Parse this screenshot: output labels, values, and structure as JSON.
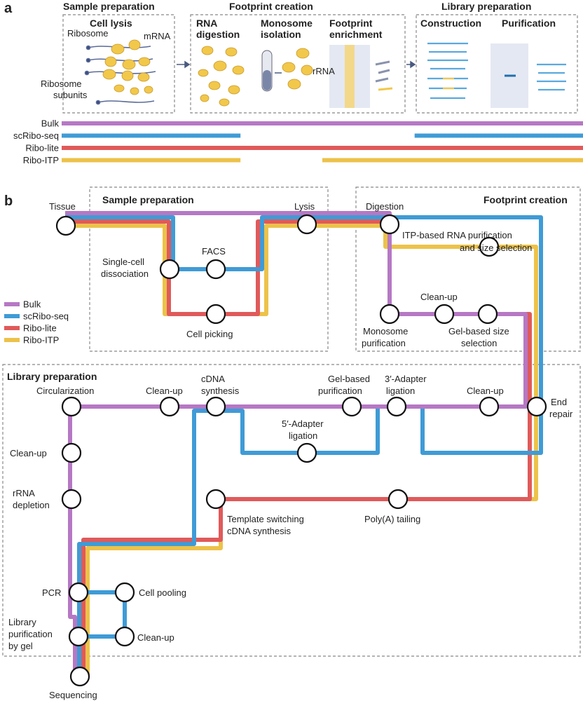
{
  "colors": {
    "bulk": "#b678c4",
    "scribo": "#3f9bd6",
    "ribolite": "#e05a5a",
    "riboitp": "#ecc24a",
    "ribosome": "#f2c84b",
    "mrna": "#5a6b9a"
  },
  "panel_a": {
    "label": "a",
    "sections": {
      "sample": "Sample preparation",
      "footprint": "Footprint creation",
      "library": "Library preparation"
    },
    "steps": {
      "cell_lysis": "Cell lysis",
      "rna": "RNA",
      "digestion": "digestion",
      "monosome": "Monosome",
      "isolation": "isolation",
      "footprint": "Footprint",
      "enrichment": "enrichment",
      "construction": "Construction",
      "purification": "Purification"
    },
    "labels": {
      "ribosome": "Ribosome",
      "mrna": "mRNA",
      "ribosome2": "Ribosome",
      "subunits": "subunits",
      "rrna": "rRNA"
    },
    "methods": [
      {
        "name": "Bulk",
        "key": "bulk",
        "segments": [
          [
            0,
            1
          ]
        ]
      },
      {
        "name": "scRibo-seq",
        "key": "scribo",
        "segments": [
          [
            0,
            0.343
          ],
          [
            0.677,
            1
          ]
        ]
      },
      {
        "name": "Ribo-lite",
        "key": "ribolite",
        "segments": [
          [
            0,
            1
          ]
        ]
      },
      {
        "name": "Ribo-ITP",
        "key": "riboitp",
        "segments": [
          [
            0,
            0.343
          ],
          [
            0.5,
            1
          ]
        ]
      }
    ]
  },
  "panel_b": {
    "label": "b",
    "boxes": {
      "sample": "Sample preparation",
      "footprint": "Footprint creation",
      "library": "Library preparation"
    },
    "legend": [
      {
        "name": "Bulk",
        "key": "bulk"
      },
      {
        "name": "scRibo-seq",
        "key": "scribo"
      },
      {
        "name": "Ribo-lite",
        "key": "ribolite"
      },
      {
        "name": "Ribo-ITP",
        "key": "riboitp"
      }
    ],
    "stations": {
      "tissue": "Tissue",
      "lysis": "Lysis",
      "digestion": "Digestion",
      "single_cell_1": "Single-cell",
      "single_cell_2": "dissociation",
      "facs": "FACS",
      "cell_picking": "Cell picking",
      "itp_1": "ITP-based RNA purification",
      "itp_2": "and size selection",
      "cleanup_fp": "Clean-up",
      "monosome_1": "Monosome",
      "monosome_2": "purification",
      "gel_size_1": "Gel-based size",
      "gel_size_2": "selection",
      "circularization": "Circularization",
      "cleanup_lib1": "Clean-up",
      "cdna_1": "cDNA",
      "cdna_2": "synthesis",
      "gel_pur_1": "Gel-based",
      "gel_pur_2": "purification",
      "adapter3_1": "3′-Adapter",
      "adapter3_2": "ligation",
      "cleanup_lib2": "Clean-up",
      "end_1": "End",
      "end_2": "repair",
      "adapter5_1": "5′-Adapter",
      "adapter5_2": "ligation",
      "cleanup_lib3": "Clean-up",
      "rrna_1": "rRNA",
      "rrna_2": "depletion",
      "tsc_1": "Template switching",
      "tsc_2": "cDNA synthesis",
      "polya": "Poly(A) tailing",
      "pcr": "PCR",
      "cell_pooling": "Cell pooling",
      "libpur_1": "Library",
      "libpur_2": "purification",
      "libpur_3": "by gel",
      "cleanup_lib4": "Clean-up",
      "sequencing": "Sequencing"
    }
  }
}
